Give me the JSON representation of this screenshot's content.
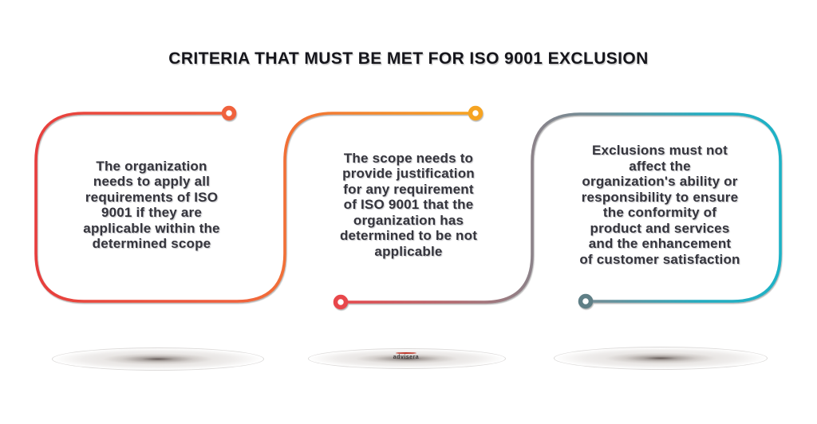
{
  "title": "CRITERIA THAT MUST BE MET FOR ISO 9001 EXCLUSION",
  "cards": [
    {
      "name": "card-1",
      "text_lines": [
        "The organization",
        "needs to apply all",
        "requirements of ISO",
        "9001 if they are",
        "applicable within the",
        "determined scope"
      ]
    },
    {
      "name": "card-2",
      "text_lines": [
        "The scope needs to",
        "provide justification",
        "for any requirement",
        "of ISO 9001 that the",
        "organization has",
        "determined to be not",
        "applicable"
      ]
    },
    {
      "name": "card-3",
      "text_lines": [
        "Exclusions must not",
        "affect the",
        "organization's ability or",
        "responsibility to ensure",
        "the conformity of",
        "product and services",
        "and the enhancement",
        "of customer satisfaction"
      ]
    }
  ],
  "connectors": [
    {
      "name": "connector-1",
      "gradient": [
        "#E73E3E",
        "#F0613C",
        "#F6A422"
      ],
      "start_ring_color": "#F0623C",
      "end_ring_color": "#F6A423"
    },
    {
      "name": "connector-2",
      "gradient": [
        "#E8474B",
        "#8B838A",
        "#6A8F99",
        "#23ACC0",
        "#1FB2C6"
      ],
      "start_ring_color": "#E8474B",
      "end_ring_color": "#5E7F86"
    }
  ],
  "colors": {
    "title_text": "#16161C",
    "body_text": "#35353D",
    "background": "#FFFFFF"
  },
  "watermark": {
    "text": "advisera"
  }
}
